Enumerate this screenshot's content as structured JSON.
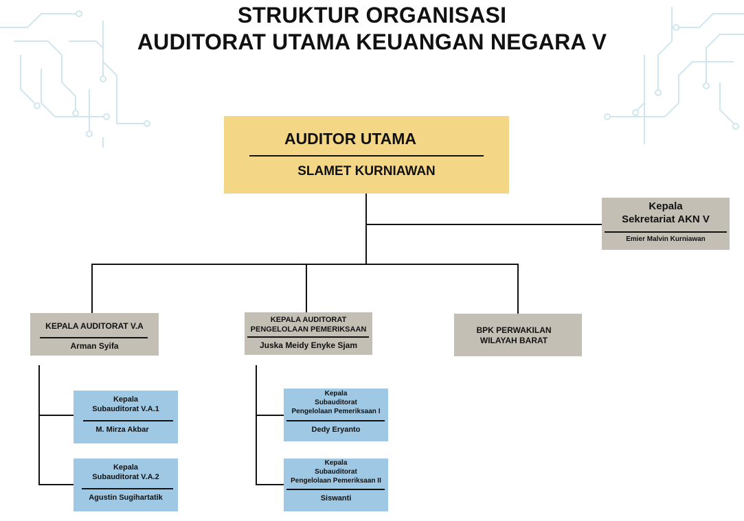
{
  "title": {
    "line1": "STRUKTUR ORGANISASI",
    "line2": "AUDITORAT UTAMA KEUANGAN NEGARA V"
  },
  "head": {
    "role": "AUDITOR UTAMA",
    "name": "SLAMET KURNIAWAN"
  },
  "sekretariat": {
    "role_line1": "Kepala",
    "role_line2": "Sekretariat AKN V",
    "name": "Emier Malvin Kurniawan"
  },
  "units": [
    {
      "role_line1": "KEPALA AUDITORAT V.A",
      "name": "Arman Syifa"
    },
    {
      "role_line1": "KEPALA AUDITORAT",
      "role_line2": "PENGELOLAAN PEMERIKSAAN",
      "name": "Juska Meidy Enyke Sjam"
    },
    {
      "role_line1": "BPK  PERWAKILAN",
      "role_line2": "WILAYAH BARAT"
    }
  ],
  "subunits_a": [
    {
      "role_line1": "Kepala",
      "role_line2": "Subauditorat V.A.1",
      "name": "M. Mirza Akbar"
    },
    {
      "role_line1": "Kepala",
      "role_line2": "Subauditorat V.A.2",
      "name": "Agustin Sugihartatik"
    }
  ],
  "subunits_b": [
    {
      "role_line1": "Kepala",
      "role_line2": "Subauditorat",
      "role_line3": "Pengelolaan Pemeriksaan I",
      "name": "Dedy Eryanto"
    },
    {
      "role_line1": "Kepala",
      "role_line2": "Subauditorat",
      "role_line3": "Pengelolaan Pemeriksaan II",
      "name": "Siswanti"
    }
  ],
  "colors": {
    "head": "#f3d686",
    "unit": "#c3bfb5",
    "subunit": "#9ec8e3",
    "decoration": "#cfe6ee"
  }
}
